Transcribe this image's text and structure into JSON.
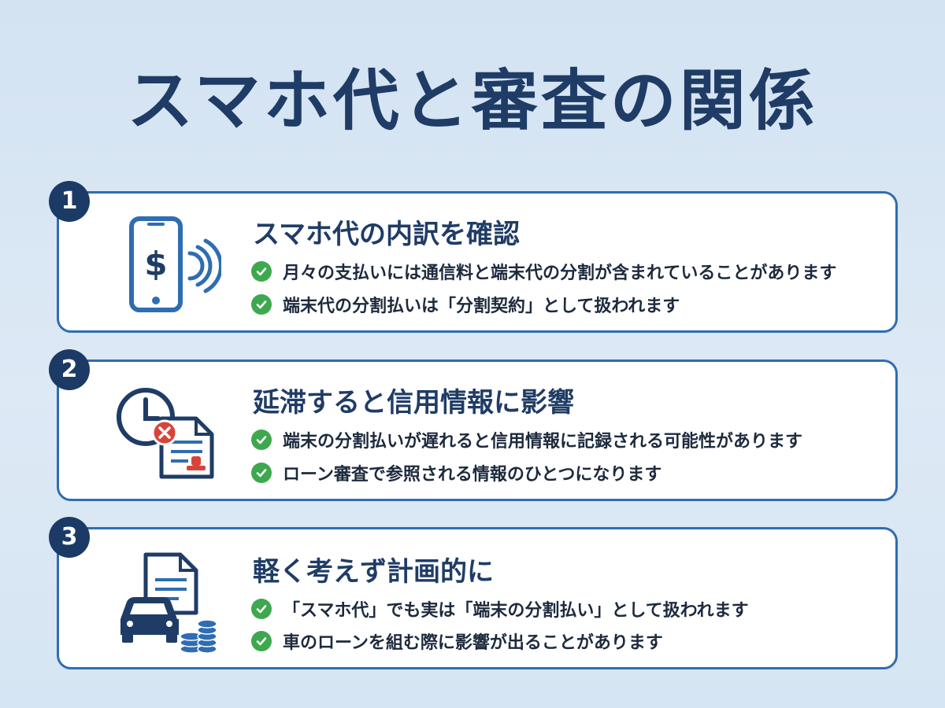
{
  "title": "スマホ代と審査の関係",
  "sections": [
    {
      "number": "1",
      "heading": "スマホ代の内訳を確認",
      "icon": "smartphone-dollar-icon",
      "bullets": [
        "月々の支払いには通信料と端末代の分割が含まれていることがあります",
        "端末代の分割払いは「分割契約」として扱われます"
      ]
    },
    {
      "number": "2",
      "heading": "延滞すると信用情報に影響",
      "icon": "clock-document-icon",
      "bullets": [
        "端末の分割払いが遅れると信用情報に記録される可能性があります",
        "ローン審査で参照される情報のひとつになります"
      ]
    },
    {
      "number": "3",
      "heading": "軽く考えず計画的に",
      "icon": "car-coins-document-icon",
      "bullets": [
        "「スマホ代」でも実は「端末の分割払い」として扱われます",
        "車のローンを組む際に影響が出ることがあります"
      ]
    }
  ],
  "colors": {
    "navy": "#1f3c66",
    "border": "#2f6db1",
    "check": "#3ea84e",
    "alert": "#d9443a"
  }
}
